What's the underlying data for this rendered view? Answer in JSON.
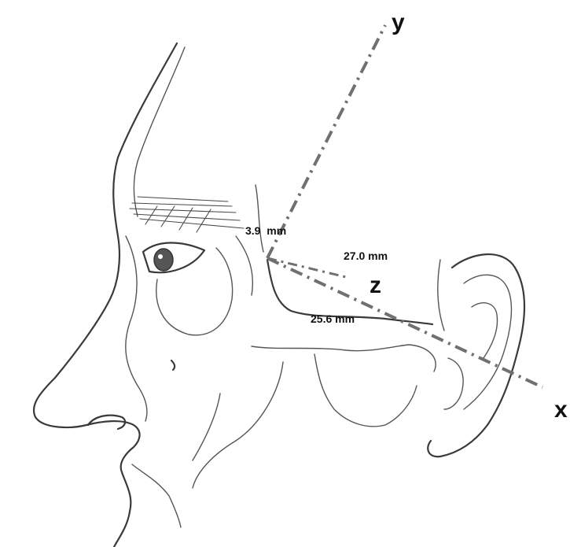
{
  "axes": {
    "x_label": "x",
    "y_label": "y",
    "z_label": "z"
  },
  "measurements": {
    "y_offset": "3.9  mm",
    "z_offset": "27.0 mm",
    "x_offset": "25.6 mm"
  },
  "colors": {
    "axis_line": "#707070",
    "sketch": "#3a3a3a",
    "text": "#111111"
  }
}
